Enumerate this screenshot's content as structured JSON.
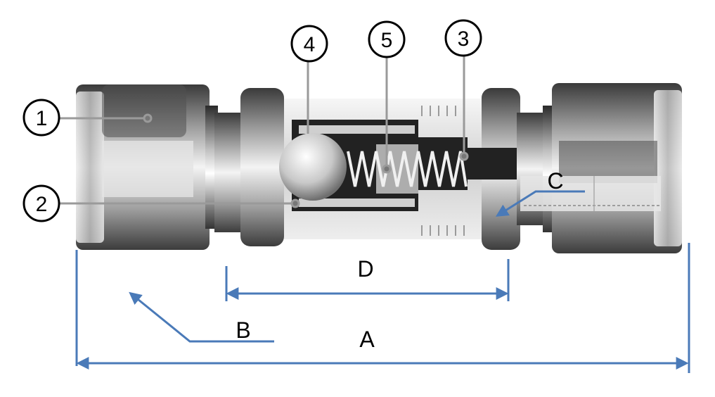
{
  "callouts": [
    {
      "number": "1"
    },
    {
      "number": "2"
    },
    {
      "number": "3"
    },
    {
      "number": "4"
    },
    {
      "number": "5"
    }
  ],
  "dimensions": {
    "a": "A",
    "b": "B",
    "c": "C",
    "d": "D"
  },
  "colors": {
    "dimension_line": "#4a7ab8",
    "body_light": "#d8d8d8",
    "body_dark": "#2e2e2e",
    "cavity": "#1f1f1f"
  },
  "icons": {
    "part": "check-valve-cutaway",
    "ball": "ball-icon",
    "spring": "spring-icon"
  }
}
